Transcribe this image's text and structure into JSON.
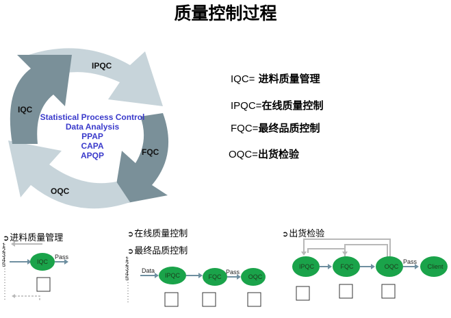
{
  "title": "质量控制过程",
  "cycle": {
    "labels": {
      "top": "IPQC",
      "left": "IQC",
      "right": "FQC",
      "bottom": "OQC"
    },
    "center_lines": [
      "Statistical Process Control",
      "Data Analysis",
      "PPAP",
      "CAPA",
      "APQP"
    ],
    "colors": {
      "dark": "#7a9099",
      "light": "#c7d4da",
      "center_text": "#3a3acb"
    }
  },
  "definitions": [
    {
      "key": "IQC=",
      "value": " 进料质量管理"
    },
    {
      "key": "IPQC=",
      "value": "在线质量控制"
    },
    {
      "key": "FQC=",
      "value": "最终品质控制"
    },
    {
      "key": "OQC=",
      "value": "出货检验"
    }
  ],
  "sections": {
    "incoming": {
      "heading": "进料质量管理",
      "node": "IQC",
      "pass_label": "Pass",
      "scale": [
        "1",
        "2",
        "3",
        "4",
        "5"
      ]
    },
    "inline": {
      "headings": [
        "在线质量控制",
        "最终品质控制"
      ],
      "data_label": "Data",
      "pass_label": "Pass",
      "nodes": [
        "IPQC",
        "FQC",
        "OQC"
      ],
      "scale": [
        "1",
        "2",
        "3",
        "4",
        "5"
      ]
    },
    "outgoing": {
      "heading": "出货检验",
      "pass_label": "Pass",
      "nodes": [
        "IPQC",
        "FQC",
        "OQC",
        "Client"
      ]
    }
  },
  "colors": {
    "node_fill": "#1aa34a",
    "flow_arrow": "#6e8fa0",
    "feedback": "#b8b8b8"
  }
}
